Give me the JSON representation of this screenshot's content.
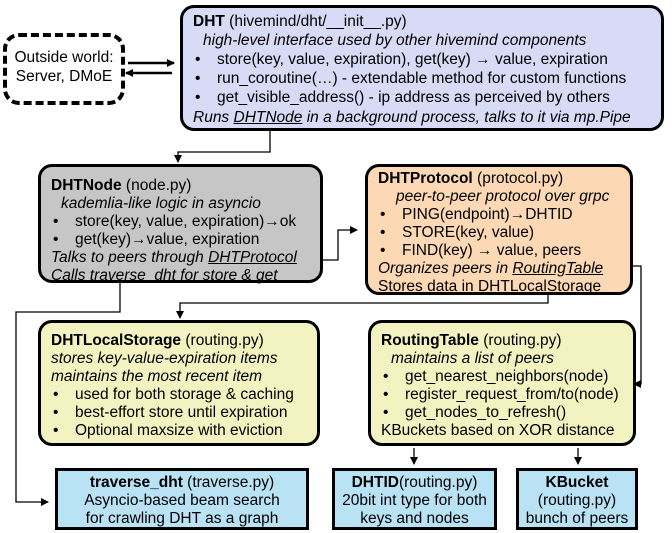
{
  "outside": {
    "line1": "Outside world:",
    "line2": "Server, DMoE"
  },
  "dht": {
    "name": "DHT",
    "file": "(hivemind/dht/__init__.py)",
    "desc": "high-level interface used by other hivemind components",
    "bullets": [
      "store(key, value, expiration), get(key) → value, expiration",
      "run_coroutine(…) - extendable method for custom functions",
      "get_visible_address() - ip address as perceived by others"
    ],
    "foot_pre": "Runs ",
    "foot_link": "DHTNode",
    "foot_post": " in a background process, talks to it via mp.Pipe"
  },
  "dhtnode": {
    "name": "DHTNode",
    "file": "(node.py)",
    "desc": "kademlia-like logic in asyncio",
    "bullets": [
      "store(key, value, expiration)→ok",
      "get(key)→value, expiration"
    ],
    "foot1_pre": "Talks to peers through ",
    "foot1_link": "DHTProtocol",
    "foot2_pre": "Calls ",
    "foot2_link": "traverse_dht",
    "foot2_post": " for store & get"
  },
  "protocol": {
    "name": "DHTProtocol",
    "file": "(protocol.py)",
    "desc": "peer-to-peer protocol over grpc",
    "bullets": [
      "PING(endpoint)→DHTID",
      "STORE(key, value)",
      "FIND(key) → value, peers"
    ],
    "foot1_pre": "Organizes peers in ",
    "foot1_link": "RoutingTable",
    "foot2_pre": "Stores data in DHT",
    "foot2_link": "LocalStorage"
  },
  "localstorage": {
    "name": "DHTLocalStorage",
    "file": "(routing.py)",
    "desc1": "stores key-value-expiration items",
    "desc2": "maintains the most recent item",
    "bullets": [
      "used for both storage & caching",
      "best-effort store until expiration",
      "Optional maxsize with eviction"
    ]
  },
  "routingtable": {
    "name": "RoutingTable",
    "file": "(routing.py)",
    "desc": "maintains a list of peers",
    "bullets": [
      "get_nearest_neighbors(node)",
      "register_request_from/to(node)",
      "get_nodes_to_refresh()"
    ],
    "foot": "KBuckets based on XOR distance"
  },
  "traverse": {
    "name": "traverse_dht",
    "file": "(traverse.py)",
    "line1": "Asyncio-based beam search",
    "line2": "for crawling DHT as a graph"
  },
  "dhtid": {
    "name": "DHTID",
    "file": "(routing.py)",
    "line1": "20bit int type for both",
    "line2": "keys and nodes"
  },
  "kbucket": {
    "name": "KBucket",
    "file": "(routing.py)",
    "line1": "bunch of peers"
  },
  "bullet_char": "•",
  "colors": {
    "dht": "#d7dbf6",
    "node": "#c6c6c6",
    "protocol": "#fcd9b4",
    "storage": "#f3f3c2",
    "leaf": "#b9e2f5"
  }
}
